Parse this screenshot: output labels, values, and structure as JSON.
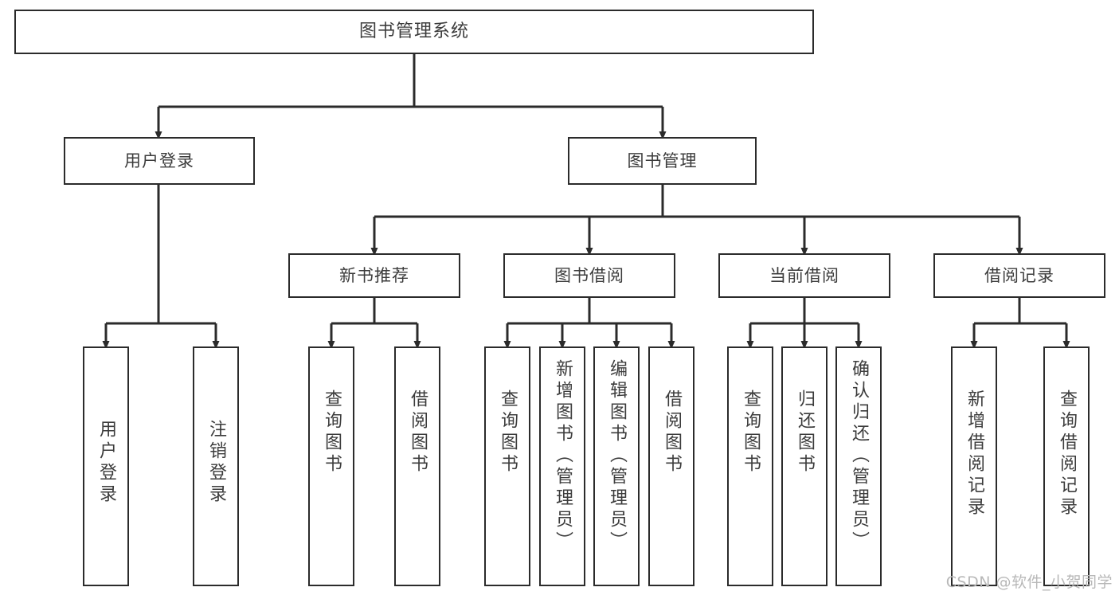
{
  "diagram": {
    "title": "图书管理系统",
    "type": "tree",
    "watermark": "CSDN @软件_小贺同学",
    "colors": {
      "box_border": "#2b2b2b",
      "box_fill": "#ffffff",
      "connector": "#2b2b2b",
      "text": "#3c3c3c",
      "watermark": "#b8b8b8",
      "background": "#ffffff"
    },
    "nodes": {
      "root": {
        "label": "图书管理系统"
      },
      "level2": [
        {
          "label": "用户登录"
        },
        {
          "label": "图书管理"
        }
      ],
      "level3": [
        {
          "label": "新书推荐"
        },
        {
          "label": "图书借阅"
        },
        {
          "label": "当前借阅"
        },
        {
          "label": "借阅记录"
        }
      ],
      "leaves": [
        {
          "label": "用户登录"
        },
        {
          "label": "注销登录"
        },
        {
          "label": "查询图书"
        },
        {
          "label": "借阅图书"
        },
        {
          "label": "查询图书"
        },
        {
          "label": "新增图书（管理员）"
        },
        {
          "label": "编辑图书（管理员）"
        },
        {
          "label": "借阅图书"
        },
        {
          "label": "查询图书"
        },
        {
          "label": "归还图书"
        },
        {
          "label": "确认归还（管理员）"
        },
        {
          "label": "新增借阅记录"
        },
        {
          "label": "查询借阅记录"
        }
      ]
    }
  }
}
